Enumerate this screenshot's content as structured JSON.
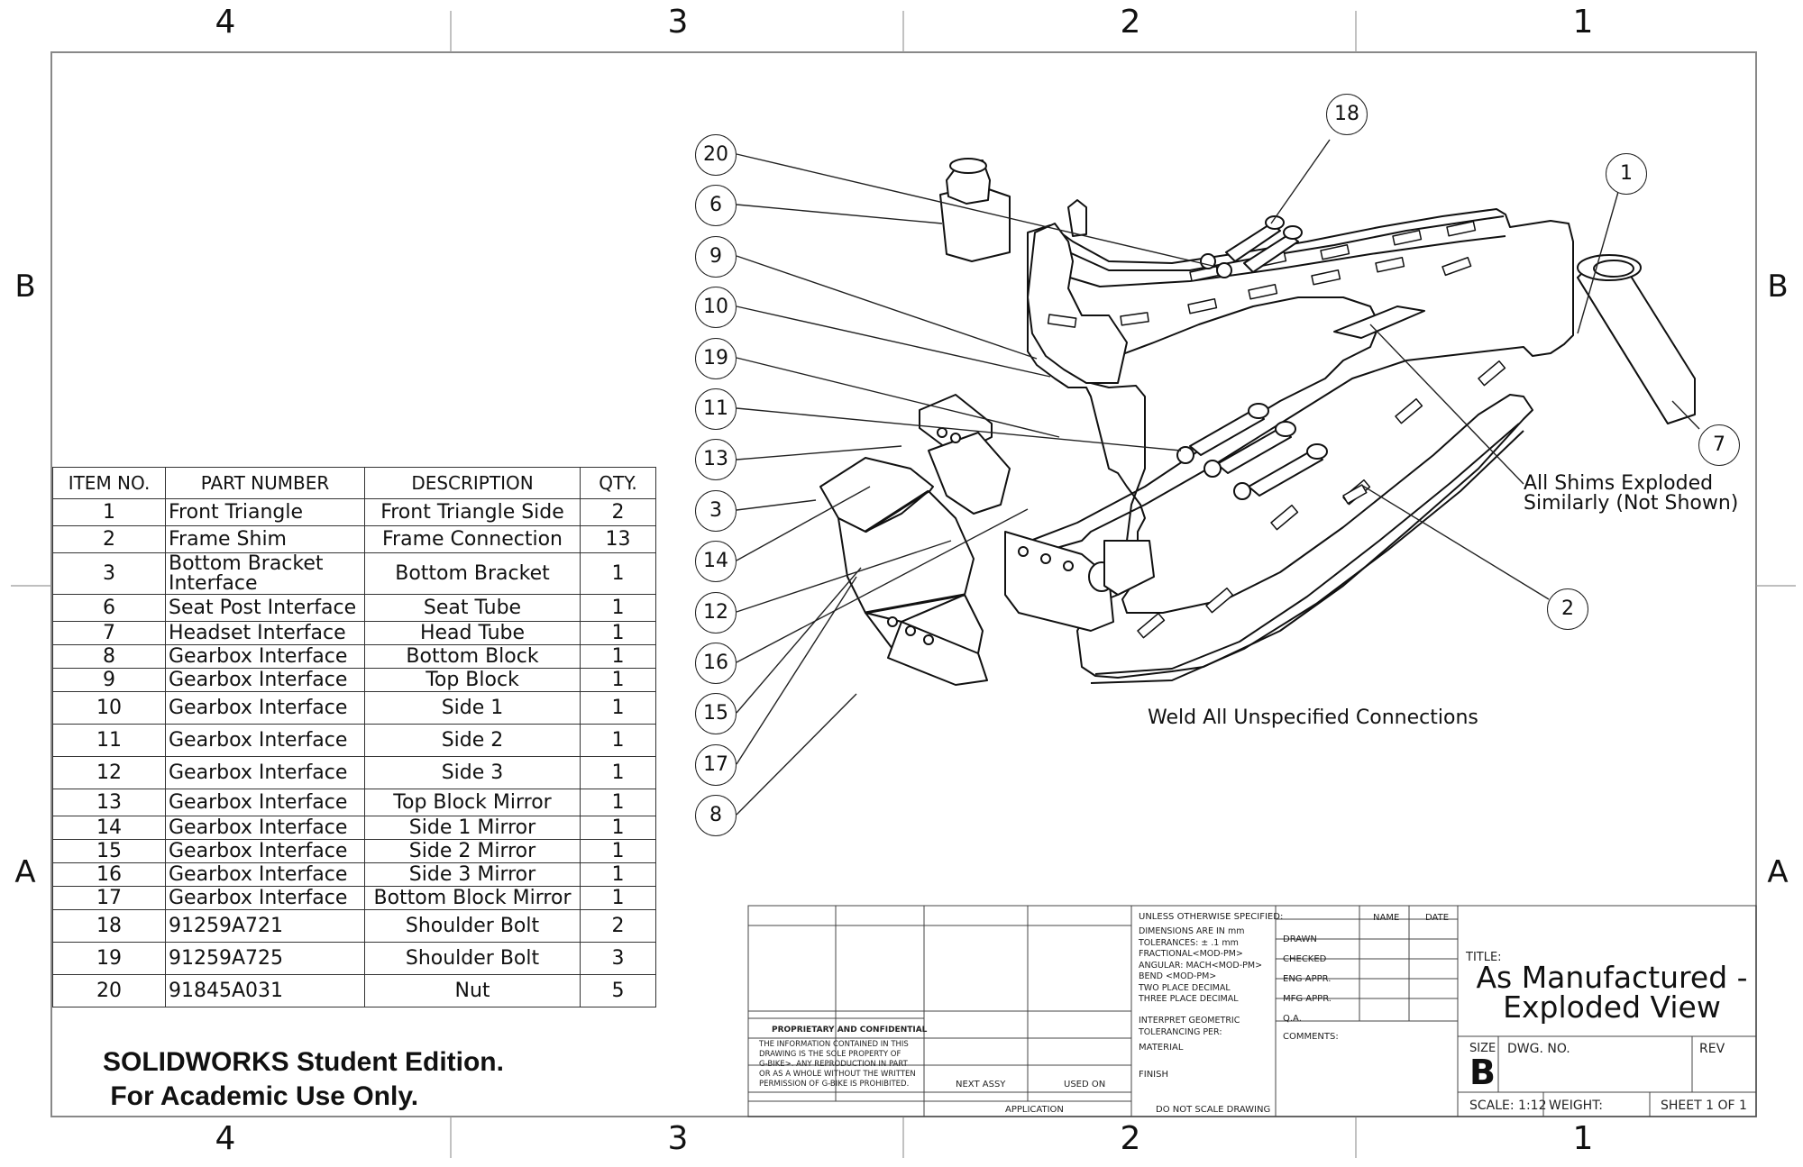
{
  "zones": {
    "columns": [
      "4",
      "3",
      "2",
      "1"
    ],
    "rows": [
      "B",
      "A"
    ]
  },
  "bom": {
    "headers": [
      "ITEM NO.",
      "PART NUMBER",
      "DESCRIPTION",
      "QTY."
    ],
    "rows": [
      {
        "item": "1",
        "part": "Front Triangle",
        "desc": "Front Triangle Side",
        "qty": "2"
      },
      {
        "item": "2",
        "part": "Frame Shim",
        "desc": "Frame Connection",
        "qty": "13"
      },
      {
        "item": "3",
        "part": "Bottom Bracket Interface",
        "desc": "Bottom Bracket",
        "qty": "1"
      },
      {
        "item": "6",
        "part": "Seat Post Interface",
        "desc": "Seat Tube",
        "qty": "1"
      },
      {
        "item": "7",
        "part": "Headset Interface",
        "desc": "Head Tube",
        "qty": "1"
      },
      {
        "item": "8",
        "part": "Gearbox Interface",
        "desc": "Bottom Block",
        "qty": "1"
      },
      {
        "item": "9",
        "part": "Gearbox Interface",
        "desc": "Top Block",
        "qty": "1"
      },
      {
        "item": "10",
        "part": "Gearbox Interface",
        "desc": "Side 1",
        "qty": "1"
      },
      {
        "item": "11",
        "part": "Gearbox Interface",
        "desc": "Side 2",
        "qty": "1"
      },
      {
        "item": "12",
        "part": "Gearbox Interface",
        "desc": "Side 3",
        "qty": "1"
      },
      {
        "item": "13",
        "part": "Gearbox Interface",
        "desc": "Top Block Mirror",
        "qty": "1"
      },
      {
        "item": "14",
        "part": "Gearbox Interface",
        "desc": "Side 1 Mirror",
        "qty": "1"
      },
      {
        "item": "15",
        "part": "Gearbox Interface",
        "desc": "Side 2 Mirror",
        "qty": "1"
      },
      {
        "item": "16",
        "part": "Gearbox Interface",
        "desc": "Side 3 Mirror",
        "qty": "1"
      },
      {
        "item": "17",
        "part": "Gearbox Interface",
        "desc": "Bottom Block Mirror",
        "qty": "1"
      },
      {
        "item": "18",
        "part": "91259A721",
        "desc": "Shoulder Bolt",
        "qty": "2"
      },
      {
        "item": "19",
        "part": "91259A725",
        "desc": "Shoulder Bolt",
        "qty": "3"
      },
      {
        "item": "20",
        "part": "91845A031",
        "desc": "Nut",
        "qty": "5"
      }
    ]
  },
  "balloons": {
    "left_column": [
      "20",
      "6",
      "9",
      "10",
      "19",
      "11",
      "13",
      "3",
      "14",
      "12",
      "16",
      "15",
      "17",
      "8"
    ],
    "b18": "18",
    "b1": "1",
    "b7": "7",
    "b2": "2"
  },
  "notes": {
    "shims_line1": "All Shims Exploded",
    "shims_line2": "Similarly (Not Shown)",
    "weld": "Weld All Unspecified Connections"
  },
  "watermark": {
    "line1": "SOLIDWORKS Student Edition.",
    "line2": " For Academic Use Only."
  },
  "title_block": {
    "unless": "UNLESS OTHERWISE SPECIFIED:",
    "name": "NAME",
    "date": "DATE",
    "dims": [
      "DIMENSIONS ARE IN mm",
      "TOLERANCES: ± .1 mm",
      "FRACTIONAL<MOD-PM>",
      "ANGULAR: MACH<MOD-PM>",
      "BEND <MOD-PM>",
      "TWO PLACE DECIMAL",
      "THREE PLACE DECIMAL"
    ],
    "drawn": "DRAWN",
    "checked": "CHECKED",
    "eng_appr": "ENG APPR.",
    "mfg_appr": "MFG APPR.",
    "qa": "Q.A.",
    "comments": "COMMENTS:",
    "interpret": [
      "INTERPRET GEOMETRIC",
      "TOLERANCING PER:"
    ],
    "material": "MATERIAL",
    "finish": "FINISH",
    "next_assy": "NEXT ASSY",
    "used_on": "USED ON",
    "application": "APPLICATION",
    "do_not_scale": "DO NOT SCALE DRAWING",
    "proprietary_title": "PROPRIETARY AND CONFIDENTIAL",
    "proprietary_body": [
      "THE INFORMATION CONTAINED IN THIS",
      "DRAWING IS THE SOLE PROPERTY OF",
      "G-BIKE>.  ANY REPRODUCTION IN PART",
      "OR AS A WHOLE WITHOUT THE WRITTEN",
      "PERMISSION OF G-BIKE IS PROHIBITED."
    ],
    "title_label": "TITLE:",
    "title_line1": "As Manufactured -",
    "title_line2": "Exploded View",
    "size_label": "SIZE",
    "size": "B",
    "dwg_no": "DWG.  NO.",
    "rev": "REV",
    "scale": "SCALE: 1:12",
    "weight": "WEIGHT:",
    "sheet": "SHEET 1 OF 1"
  }
}
